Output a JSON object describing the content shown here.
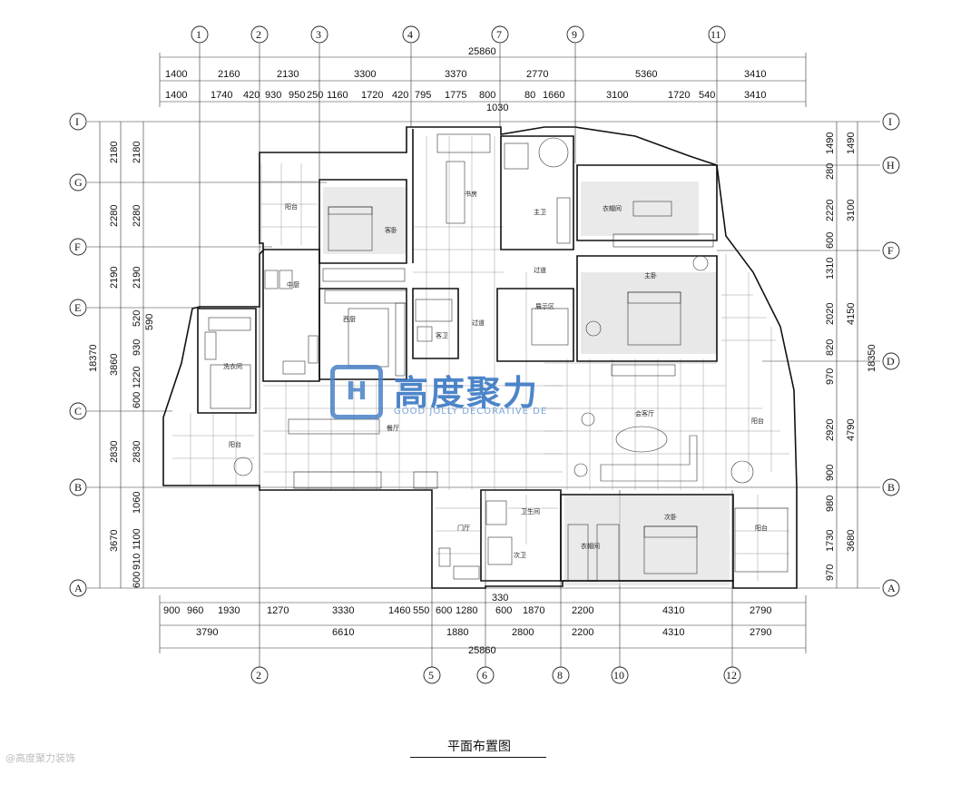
{
  "title": "平面布置图",
  "credit": "@高度聚力装饰",
  "logo": {
    "name": "高度聚力",
    "tagline": "GOOD JOLLY DECORATIVE DE",
    "color": "#3a78c4"
  },
  "overall": {
    "top_total": "25860",
    "bottom_total": "25860",
    "left_total": "18370",
    "right_total": "18350",
    "note_1030": "1030",
    "note_330": "330"
  },
  "axes": {
    "top": [
      "1",
      "2",
      "3",
      "4",
      "7",
      "9",
      "11"
    ],
    "bottom": [
      "2",
      "5",
      "6",
      "8",
      "10",
      "12"
    ],
    "left": [
      "I",
      "G",
      "F",
      "E",
      "C",
      "B",
      "A"
    ],
    "right": [
      "I",
      "H",
      "F",
      "D",
      "B",
      "A"
    ]
  },
  "top_dims": {
    "row1": [
      "1400",
      "2160",
      "2130",
      "3300",
      "3370",
      "2770",
      "5360",
      "3410"
    ],
    "row2": [
      "1400",
      "1740",
      "420",
      "930",
      "950",
      "250",
      "1160",
      "1720",
      "420",
      "795",
      "1775",
      "800",
      "80",
      "1660",
      "3100",
      "1720",
      "540",
      "3410"
    ]
  },
  "bottom_dims": {
    "row1": [
      "900",
      "960",
      "1930",
      "1270",
      "3330",
      "1460",
      "550",
      "600",
      "1280",
      "600",
      "1870",
      "2200",
      "4310",
      "2790"
    ],
    "row2": [
      "3790",
      "6610",
      "1880",
      "2800",
      "2200",
      "4310",
      "2790"
    ]
  },
  "left_dims": {
    "outer": [
      "2180",
      "2280",
      "2190",
      "3860",
      "2830",
      "3670"
    ],
    "inner": [
      "2180",
      "2280",
      "2190",
      "520",
      "930",
      "1220",
      "600",
      "2830",
      "1060",
      "1100",
      "910",
      "600"
    ],
    "extra": "590"
  },
  "right_dims": {
    "inner": [
      "1490",
      "280",
      "2220",
      "600",
      "1310",
      "2020",
      "820",
      "970",
      "2920",
      "900",
      "980",
      "1730",
      "970"
    ],
    "outer": [
      "1490",
      "3100",
      "4150",
      "4790",
      "3680"
    ]
  },
  "rooms": {
    "balcony_nw": "阳台",
    "bedroom_left": "客卧",
    "study": "书房",
    "bath_master": "主卫",
    "walkin_closet": "衣帽间",
    "master_bedroom": "主卧",
    "corridor_top": "过道",
    "chinese_kitchen": "中厨",
    "western_kitchen": "西厨",
    "guest_bath": "客卫",
    "corridor_mid": "过道",
    "display": "展示区",
    "laundry": "洗衣间",
    "dining": "餐厅",
    "living": "会客厅",
    "balcony_sw": "阳台",
    "balcony_e": "阳台",
    "entrance": "门厅",
    "bath_mid": "卫生间",
    "bath_small": "次卫",
    "closet2": "衣帽间",
    "second_bedroom": "次卧",
    "balcony_se": "阳台"
  }
}
